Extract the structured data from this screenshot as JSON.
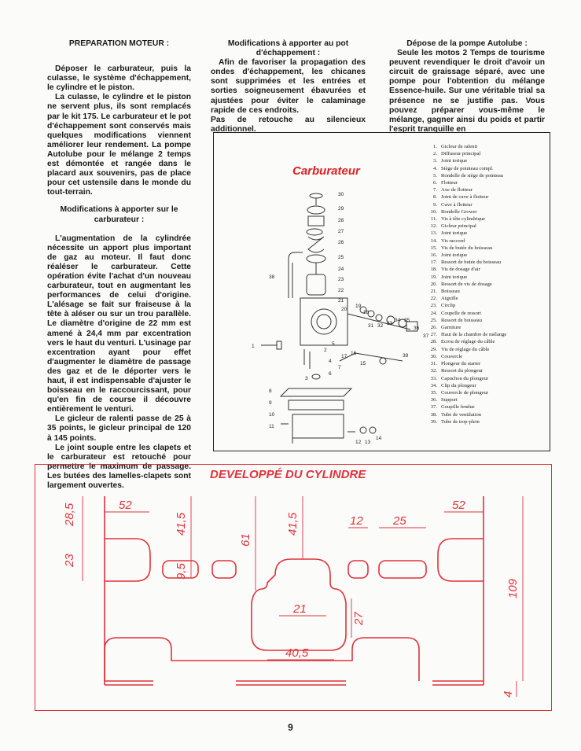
{
  "col1": {
    "heading1": "PREPARATION MOTEUR :",
    "p1": "Déposer le carburateur, puis la culasse, le système d'échappement, le cylindre et le piston.",
    "p2": "La culasse, le cylindre et le piston ne servent plus, ils sont remplacés par le kit 175. Le carburateur et le pot d'échappement sont conservés mais quelques modifications viennent améliorer leur rendement. La pompe Autolube pour le mélange 2 temps est démontée et rangée dans le placard aux souvenirs, pas de place pour cet ustensile dans le monde du tout-terrain.",
    "heading2": "Modifications à apporter sur le carburateur :",
    "p3": "L'augmentation de la cylindrée nécessite un apport plus important de gaz au moteur. Il faut donc réaléser le carburateur. Cette opération évite l'achat d'un nouveau carburateur, tout en augmentant les performances de celui d'origine. L'alésage se fait sur fraiseuse à la tête à aléser ou sur un trou parallèle. Le diamètre d'origine de 22 mm est amené à 24,4 mm par excentration vers le haut du venturi. L'usinage par excentration ayant pour effet d'augmenter le diamètre de passage des gaz et de le déporter vers le haut, il est indispensable d'ajuster le boisseau en le raccourcissant, pour qu'en fin de course il découvre entièrement le venturi.",
    "p4": "Le gicleur de ralenti passe de 25 à 35 points, le gicleur principal de 120 à 145 points.",
    "p5": "Le joint souple entre les clapets et le carburateur est retouché pour permettre le maximum de passage. Les butées des lamelles-clapets sont largement ouvertes."
  },
  "col2": {
    "heading": "Modifications à apporter au pot d'échappement :",
    "p1": "Afin de favoriser la propagation des ondes d'échappement, les chicanes sont supprimées et les entrées et sorties soigneusement ébavurées et ajustées pour éviter le calaminage rapide de ces endroits.",
    "p2": "Pas de retouche au silencieux additionnel."
  },
  "col3": {
    "heading": "Dépose de la pompe Autolube :",
    "p1": "Seule les motos 2 Temps de tourisme peuvent revendiquer le droit d'avoir un circuit de graissage séparé, avec une pompe pour l'obtention du mélange Essence-huile. Sur une véritable trial sa présence ne se justifie pas. Vous pouvez préparer vous-même le mélange, gagner ainsi du poids et partir l'esprit tranquille en"
  },
  "carburateur": {
    "title": "Carburateur",
    "parts": [
      "Gicleur de ralenti",
      "Diffuseur principal",
      "Joint torique",
      "Siège de pointeau compl.",
      "Rondelle de siège de pointeau",
      "Flotteur",
      "Axe de flotteur",
      "Joint de cuve à flotteur",
      "Cuve à flotteur",
      "Rondelle Grower",
      "Vis à tête cylindrique",
      "Gicleur principal",
      "Joint torique",
      "Vis raccord",
      "Vis de butée du boisseau",
      "Joint torique",
      "Ressort de butée du boisseau",
      "Vis de dosage d'air",
      "Joint torique",
      "Ressort de vis de dosage",
      "Boisseau",
      "Aiguille",
      "Circlip",
      "Coupelle de ressort",
      "Ressort de boisseau",
      "Garniture",
      "Haut de la chambre de mélange",
      "Ecrou de réglage du câble",
      "Vis de réglage du câble",
      "Couvercle",
      "Plongeur du starter",
      "Ressort du plongeur",
      "Capuchon du plongeur",
      "Clip du plongeur",
      "Couvercle de plongeur",
      "Support",
      "Goupille fendue",
      "Tube de ventilation",
      "Tube de trop-plein"
    ],
    "labels": [
      "30",
      "29",
      "28",
      "27",
      "26",
      "25",
      "24",
      "23",
      "22",
      "21",
      "20",
      "19",
      "18",
      "31",
      "32",
      "33",
      "34",
      "35",
      "36",
      "37",
      "38",
      "1",
      "2",
      "3",
      "4",
      "5",
      "6",
      "7",
      "8",
      "9",
      "10",
      "11",
      "12",
      "13",
      "14",
      "15",
      "16",
      "17",
      "39"
    ]
  },
  "cylindre": {
    "title": "DEVELOPPÉ DU CYLINDRE",
    "dims": [
      "52",
      "28,5",
      "23",
      "41,5",
      "9,5",
      "61",
      "41,5",
      "12",
      "25",
      "52",
      "109",
      "21",
      "27",
      "40,5",
      "4"
    ]
  },
  "page_number": "9",
  "colors": {
    "accent": "#e0323a",
    "text": "#1a1a1a"
  }
}
